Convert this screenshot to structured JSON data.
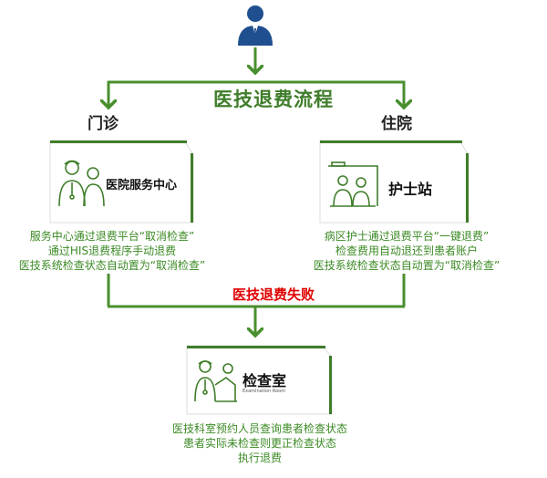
{
  "title": "医技退费流程",
  "branches": {
    "left": "门诊",
    "right": "住院"
  },
  "cards": {
    "outpatient": {
      "label": "医院服务中心",
      "icon": "doctor-patient-icon"
    },
    "inpatient": {
      "label": "护士站",
      "icon": "nurse-station-icon"
    },
    "exam": {
      "label": "检查室",
      "sublabel": "Examination Room",
      "icon": "examination-room-icon"
    }
  },
  "descriptions": {
    "outpatient": [
      "服务中心通过退费平台“取消检查”",
      "通过HIS退费程序手动退费",
      "医技系统检查状态自动置为“取消检查”"
    ],
    "inpatient": [
      "病区护士通过退费平台“一键退费”",
      "检查费用自动退还到患者账户",
      "医技系统检查状态自动置为“取消检查”"
    ],
    "exam": [
      "医技科室预约人员查询患者检查状态",
      "患者实际未检查则更正检查状态",
      "执行退费"
    ]
  },
  "fail_label": "医技退费失败",
  "colors": {
    "green": "#3f7d2a",
    "green_text": "#3c8a25",
    "arrow": "#4a8f2e",
    "user_icon": "#1f4f8f",
    "red": "#e00000"
  }
}
